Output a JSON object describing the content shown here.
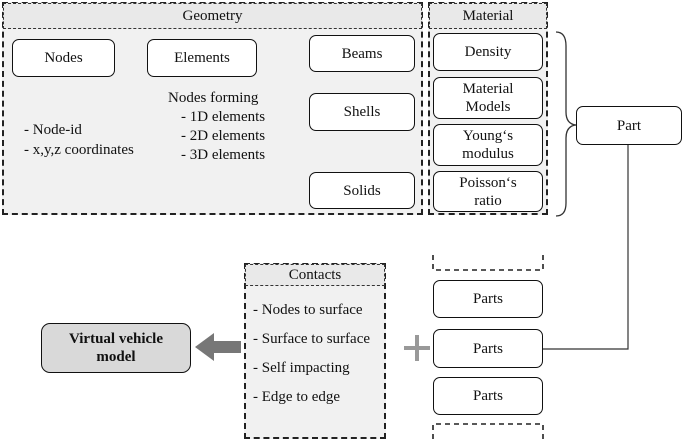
{
  "geometry": {
    "title": "Geometry",
    "nodes": {
      "label": "Nodes",
      "details": [
        "- Node-id",
        "- x,y,z coordinates"
      ]
    },
    "elements": {
      "label": "Elements",
      "forming_title": "Nodes forming",
      "forming_items": [
        "- 1D elements",
        "- 2D elements",
        "- 3D elements"
      ]
    },
    "element_types": [
      "Beams",
      "Shells",
      "Solids"
    ]
  },
  "material": {
    "title": "Material",
    "properties": [
      "Density",
      "Material\nModels",
      "Young‘s\nmodulus",
      "Poisson‘s\nratio"
    ]
  },
  "part": {
    "label": "Part"
  },
  "contacts": {
    "title": "Contacts",
    "items": [
      "- Nodes to surface",
      "- Surface to surface",
      "- Self impacting",
      "- Edge to edge"
    ]
  },
  "parts": {
    "labels": [
      "Parts",
      "Parts",
      "Parts"
    ]
  },
  "plus_symbol": "+",
  "virtual_vehicle": {
    "label": "Virtual vehicle\nmodel"
  }
}
